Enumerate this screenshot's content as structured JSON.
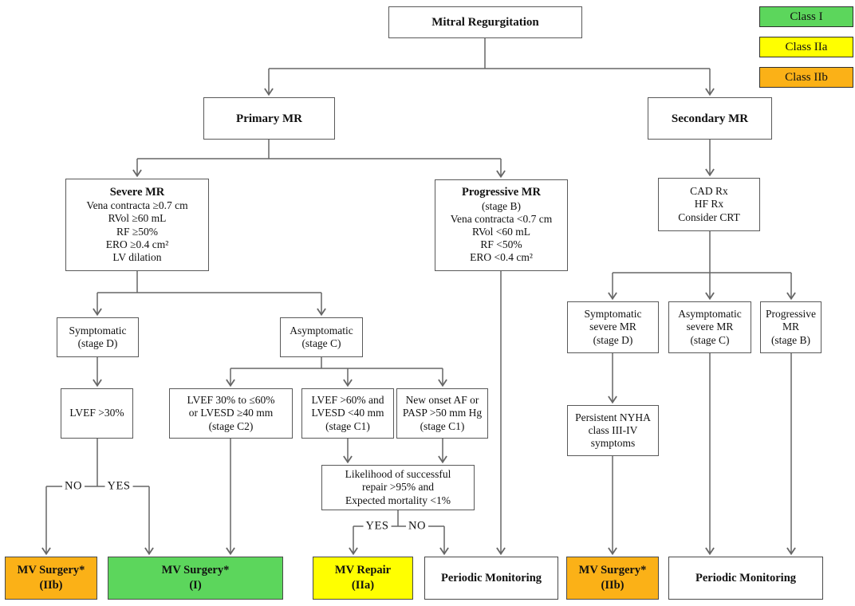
{
  "legend": {
    "items": [
      {
        "label": "Class I",
        "color": "#5cd65c"
      },
      {
        "label": "Class IIa",
        "color": "#ffff00"
      },
      {
        "label": "Class IIb",
        "color": "#fbb117"
      }
    ]
  },
  "nodes": {
    "mitral_regurgitation": {
      "title": "Mitral Regurgitation"
    },
    "primary_mr": {
      "title": "Primary MR"
    },
    "secondary_mr": {
      "title": "Secondary MR"
    },
    "severe_mr": {
      "title": "Severe MR",
      "lines": [
        "Vena contracta ≥0.7 cm",
        "RVol ≥60 mL",
        "RF ≥50%",
        "ERO ≥0.4 cm²",
        "LV dilation"
      ]
    },
    "progressive_mr_primary": {
      "title": "Progressive MR",
      "lines": [
        "(stage B)",
        "Vena contracta <0.7 cm",
        "RVol <60 mL",
        "RF <50%",
        "ERO <0.4 cm²"
      ]
    },
    "secondary_therapy": {
      "lines": [
        "CAD Rx",
        "HF Rx",
        "Consider CRT"
      ]
    },
    "symptomatic_stage_d": {
      "lines": [
        "Symptomatic",
        "(stage D)"
      ]
    },
    "asymptomatic_stage_c": {
      "lines": [
        "Asymptomatic",
        "(stage C)"
      ]
    },
    "lvef_gt_30": {
      "title": "LVEF >30%"
    },
    "stage_c2": {
      "lines": [
        "LVEF 30% to ≤60%",
        "or LVESD ≥40 mm",
        "(stage C2)"
      ]
    },
    "stage_c1_lvef": {
      "lines": [
        "LVEF >60% and",
        "LVESD <40 mm",
        "(stage C1)"
      ]
    },
    "stage_c1_af": {
      "lines": [
        "New onset AF or",
        "PASP >50 mm Hg",
        "(stage C1)"
      ]
    },
    "symptomatic_severe_mr": {
      "lines": [
        "Symptomatic",
        "severe MR",
        "(stage D)"
      ]
    },
    "asymptomatic_severe_mr": {
      "lines": [
        "Asymptomatic",
        "severe MR",
        "(stage C)"
      ]
    },
    "progressive_mr_secondary": {
      "lines": [
        "Progressive",
        "MR",
        "(stage B)"
      ]
    },
    "persistent_nyha": {
      "lines": [
        "Persistent NYHA",
        "class III-IV",
        "symptoms"
      ]
    },
    "repair_likelihood": {
      "lines": [
        "Likelihood of successful",
        "repair >95% and",
        "Expected mortality <1%"
      ]
    }
  },
  "outcomes": {
    "mv_surgery_iib_primary": {
      "line1": "MV Surgery*",
      "line2": "(IIb)",
      "color": "#fbb117"
    },
    "mv_surgery_i": {
      "line1": "MV Surgery*",
      "line2": "(I)",
      "color": "#5cd65c"
    },
    "mv_repair_iia": {
      "line1": "MV Repair",
      "line2": "(IIa)",
      "color": "#ffff00"
    },
    "periodic_monitoring_primary": {
      "line1": "Periodic Monitoring",
      "color": "#ffffff"
    },
    "mv_surgery_iib_secondary": {
      "line1": "MV Surgery*",
      "line2": "(IIb)",
      "color": "#fbb117"
    },
    "periodic_monitoring_secondary": {
      "line1": "Periodic Monitoring",
      "color": "#ffffff"
    }
  },
  "branch_labels": {
    "lvef_no": "NO",
    "lvef_yes": "YES",
    "repair_yes": "YES",
    "repair_no": "NO"
  }
}
